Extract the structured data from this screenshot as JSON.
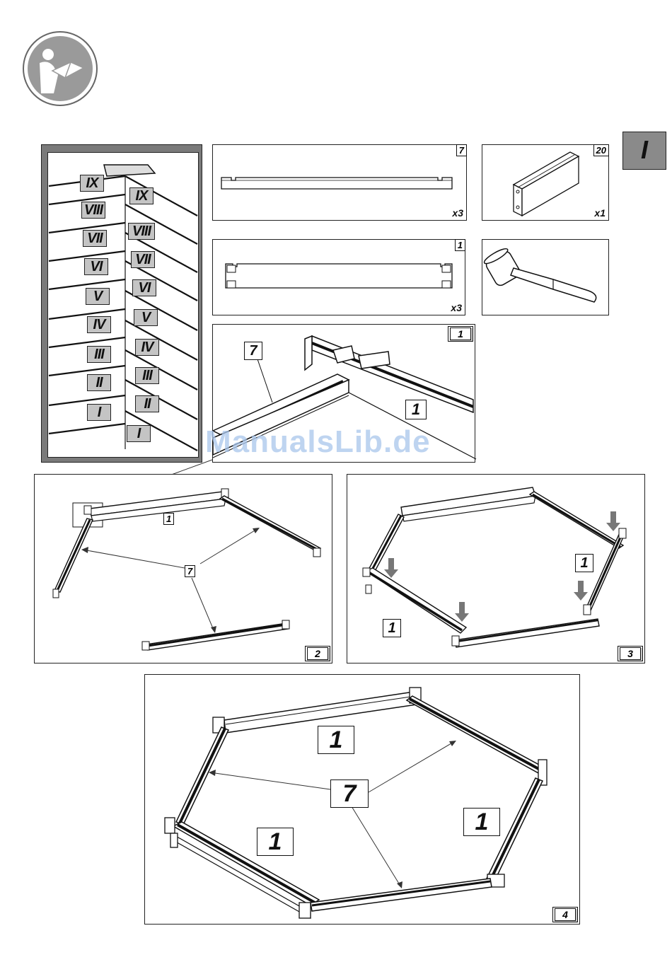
{
  "page": {
    "section_tag": "I",
    "watermark": "ManualsLib.de"
  },
  "icons": {
    "manual": "read-manual-icon",
    "mallet": "rubber-mallet-icon"
  },
  "levels": {
    "left": [
      "IX",
      "VIII",
      "VII",
      "VI",
      "V",
      "IV",
      "III",
      "II",
      "I"
    ],
    "right": [
      "IX",
      "VIII",
      "VII",
      "VI",
      "V",
      "IV",
      "III",
      "II",
      "I"
    ]
  },
  "parts": {
    "part7": {
      "number": "7",
      "qty": "x3"
    },
    "part1": {
      "number": "1",
      "qty": "x3"
    },
    "part20": {
      "number": "20",
      "qty": "x1"
    }
  },
  "steps": {
    "step1": {
      "number": "1",
      "labels": [
        "7",
        "1"
      ]
    },
    "step2": {
      "number": "2",
      "labels": [
        "1",
        "7"
      ]
    },
    "step3": {
      "number": "3",
      "labels": [
        "1",
        "1"
      ]
    },
    "step4": {
      "number": "4",
      "labels": [
        "1",
        "7",
        "1",
        "1"
      ]
    }
  }
}
